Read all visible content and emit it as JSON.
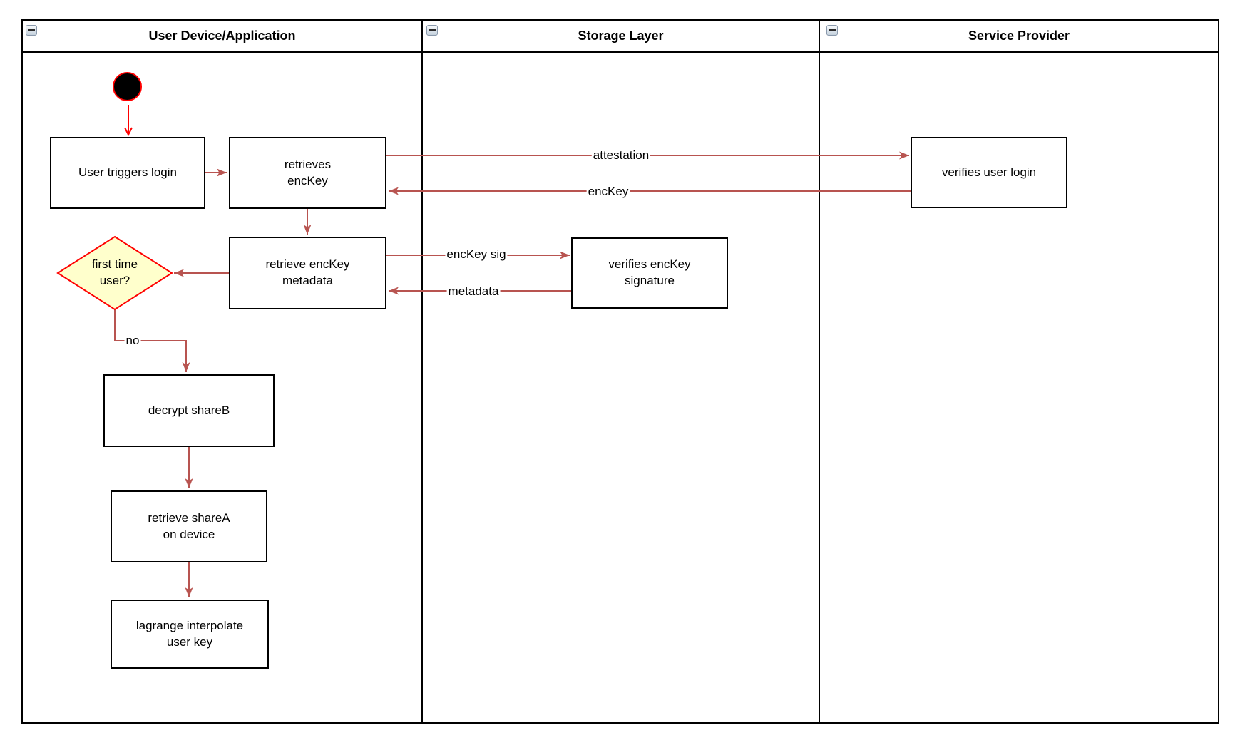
{
  "colors": {
    "arrow": "#b85450",
    "accent_red": "#ff0000",
    "node_border": "#000000",
    "node_fill": "#ffffff",
    "decision_fill": "#ffffcc",
    "decision_border": "#ff0000",
    "start_fill": "#000000",
    "lane_border": "#000000"
  },
  "lanes": [
    {
      "title": "User Device/Application"
    },
    {
      "title": "Storage Layer"
    },
    {
      "title": "Service Provider"
    }
  ],
  "nodes": {
    "user_triggers_login": "User triggers login",
    "retrieves_enckey": "retrieves\nencKey",
    "retrieve_enckey_metadata": "retrieve encKey\nmetadata",
    "first_time_user": "first time\nuser?",
    "decrypt_shareb": "decrypt shareB",
    "retrieve_sharea": "retrieve shareA\non device",
    "lagrange_interpolate": "lagrange interpolate\nuser key",
    "verifies_enckey_signature": "verifies encKey\nsignature",
    "verifies_user_login": "verifies user login"
  },
  "edge_labels": {
    "attestation": "attestation",
    "enckey": "encKey",
    "enckey_sig": "encKey sig",
    "metadata": "metadata",
    "no": "no"
  }
}
